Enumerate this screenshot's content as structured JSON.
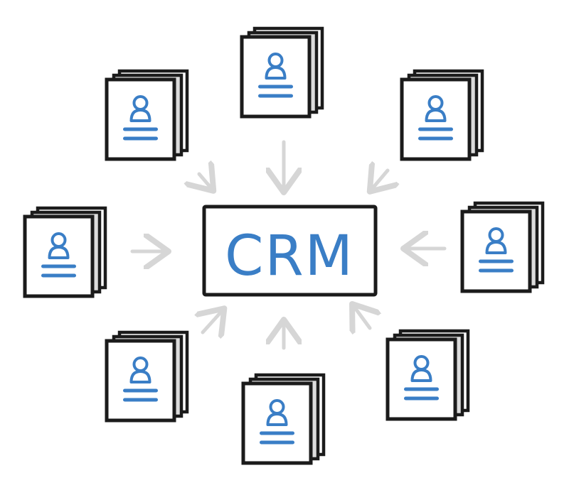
{
  "center": {
    "label": "CRM"
  },
  "colors": {
    "ink": "#1b1b1b",
    "accent": "#3a7ec6",
    "arrow": "#d6d6d6",
    "back_sheet": "#dcdcdc",
    "paper": "#ffffff"
  },
  "nodes": [
    {
      "name": "contact-card-top",
      "icon": "person-icon"
    },
    {
      "name": "contact-card-top-left",
      "icon": "person-icon"
    },
    {
      "name": "contact-card-top-right",
      "icon": "person-icon"
    },
    {
      "name": "contact-card-left",
      "icon": "person-icon"
    },
    {
      "name": "contact-card-right",
      "icon": "person-icon"
    },
    {
      "name": "contact-card-bottom-left",
      "icon": "person-icon"
    },
    {
      "name": "contact-card-bottom",
      "icon": "person-icon"
    },
    {
      "name": "contact-card-bottom-right",
      "icon": "person-icon"
    }
  ]
}
